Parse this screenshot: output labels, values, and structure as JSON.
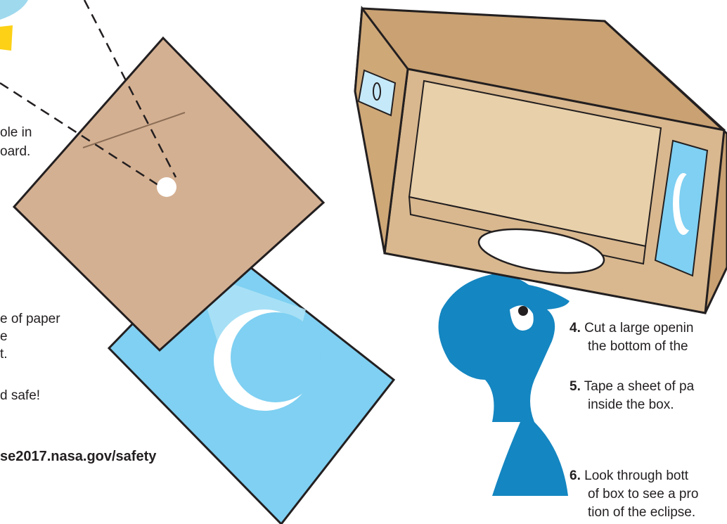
{
  "colors": {
    "cardboard": "#d4b092",
    "box_dark": "#c9a172",
    "box_face": "#d9b88f",
    "box_inner": "#e8d0aa",
    "paper_blue": "#7fd0f2",
    "figure_blue": "#1486c1",
    "sun_yellow": "#fcd116",
    "outline": "#231f20"
  },
  "left_text": {
    "hole_line1": "ole in",
    "hole_line2": "oard.",
    "paper_line1": "e of paper",
    "paper_line2": "e",
    "paper_line3": "t.",
    "safe": "d safe!",
    "url": "se2017.nasa.gov/safety"
  },
  "steps": [
    {
      "num": "4.",
      "line1": "Cut a large openin",
      "line2": "the bottom of the"
    },
    {
      "num": "5.",
      "line1": "Tape a sheet of pa",
      "line2": "inside the box."
    },
    {
      "num": "6.",
      "line1": "Look through bott",
      "line2": "of box to see a pro",
      "line3": "tion of the eclipse."
    }
  ]
}
